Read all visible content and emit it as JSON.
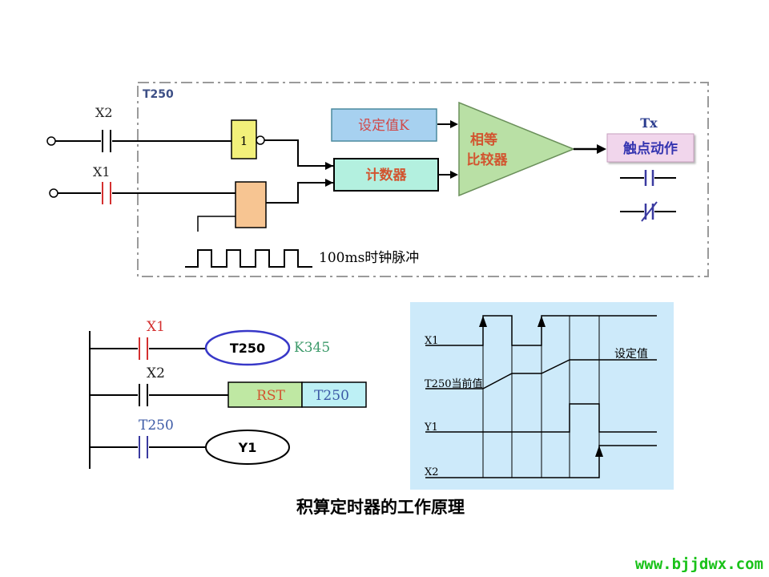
{
  "top_diagram": {
    "frame_label": "T250",
    "inputs": [
      {
        "name": "X2"
      },
      {
        "name": "X1"
      }
    ],
    "inverter_label": "1",
    "setpoint_label": "设定值K",
    "counter_label": "计数器",
    "comparator_label": [
      "相等",
      "比较器"
    ],
    "output_name": "Tx",
    "contact_action_label": "触点动作",
    "clock_label": "100ms时钟脉冲"
  },
  "ladder": {
    "rungs": [
      {
        "contact": "X1",
        "coil": "T250",
        "coil_param": "K345"
      },
      {
        "contact": "X2",
        "rst_label": "RST",
        "rst_target": "T250"
      },
      {
        "contact": "T250",
        "coil": "Y1"
      }
    ]
  },
  "timing": {
    "signals": [
      "X1",
      "T250当前值",
      "Y1",
      "X2"
    ],
    "setpoint_label": "设定值"
  },
  "caption": "积算定时器的工作原理",
  "watermark": "www.bjjdwx.com",
  "colors": {
    "frame": "#9a9a9a",
    "setpoint_box": "#a7d1f0",
    "counter_box": "#b3f0df",
    "comparator": "#b9e0a5",
    "reset_block": "#f7c592",
    "contact_action_box": "#f1d6ec",
    "timing_bg": "#cdeafa",
    "x1_contact": "#d43030",
    "t250_contact": "#3a3aa0",
    "coil_oval": "#3838c8",
    "k345": "#3c9a6a",
    "rst_box": "#bfe8a3",
    "t250_box": "#bdf0f5",
    "watermark": "#19c219"
  }
}
